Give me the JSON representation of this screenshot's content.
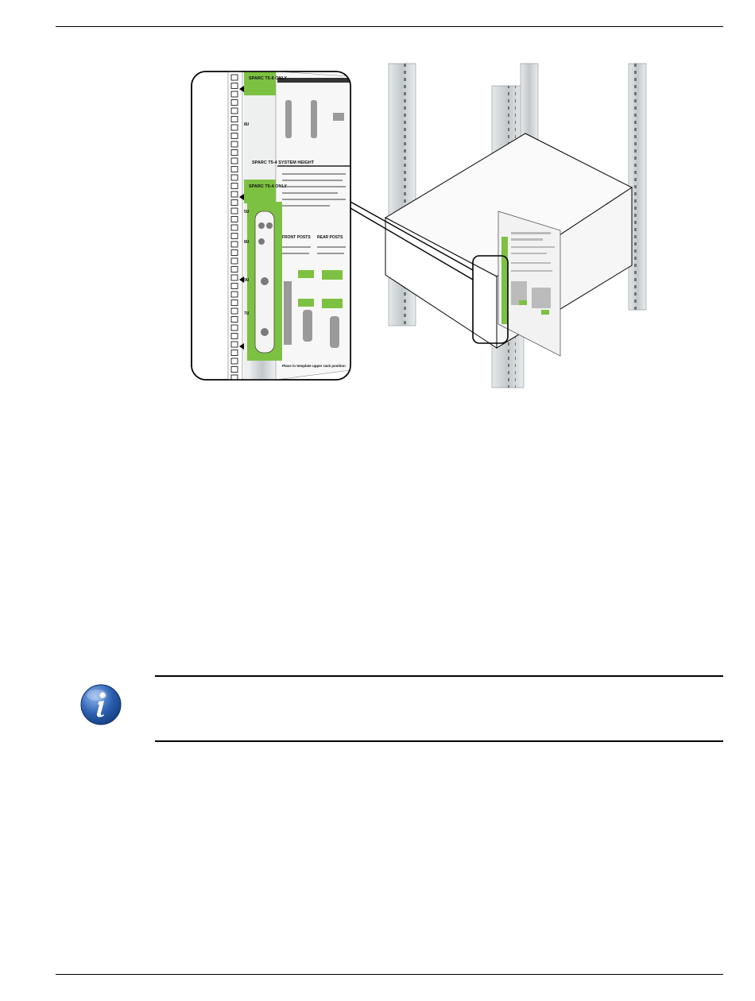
{
  "figure": {
    "label_area": {
      "heading_top": "SPARC T5-8 ONLY",
      "heading_system": "SPARC T5-4 SYSTEM HEIGHT",
      "heading_mid": "SPARC T5-4 ONLY",
      "unit_labels": [
        "8U",
        "5U",
        "8U",
        "9U",
        "7U"
      ],
      "card_footer": "Place in template upper rack position",
      "step_front": "FRONT POSTS",
      "step_rear": "REAR POSTS"
    }
  },
  "note": {
    "icon": "info-icon",
    "text": ""
  },
  "colors": {
    "accent_green": "#7dc142",
    "info_blue": "#2a5fb0",
    "rack_gray": "#c8cccf"
  }
}
